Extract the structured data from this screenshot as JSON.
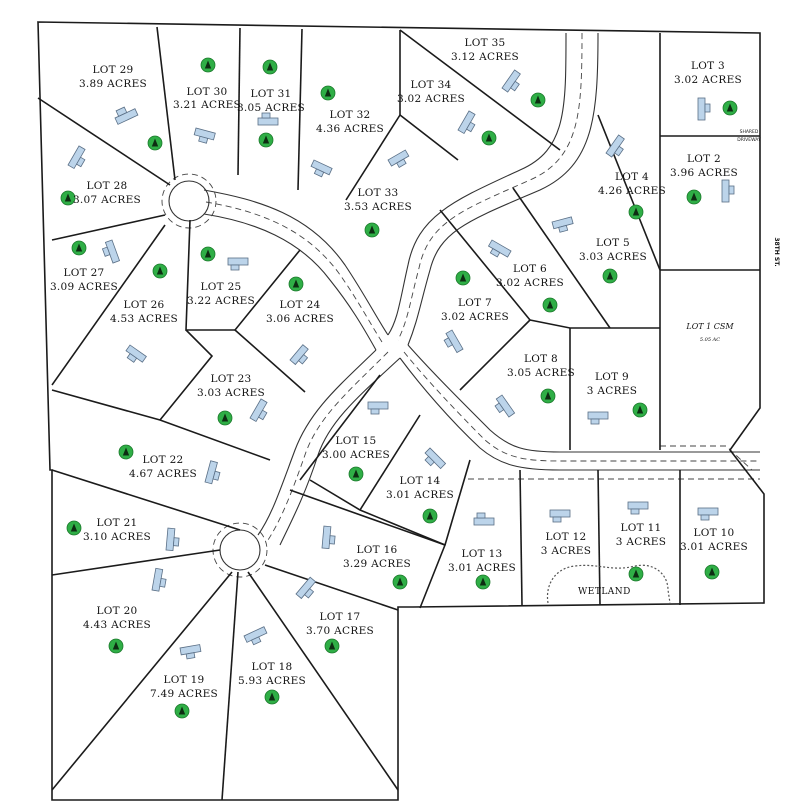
{
  "lots": [
    {
      "id": "29",
      "label": "Lot 29",
      "acres": "3.89 Acres"
    },
    {
      "id": "30",
      "label": "Lot 30",
      "acres": "3.21 Acres"
    },
    {
      "id": "31",
      "label": "Lot 31",
      "acres": "3.05 Acres"
    },
    {
      "id": "32",
      "label": "Lot 32",
      "acres": "4.36 Acres"
    },
    {
      "id": "35",
      "label": "Lot 35",
      "acres": "3.12 Acres"
    },
    {
      "id": "34",
      "label": "Lot 34",
      "acres": "3.02 Acres"
    },
    {
      "id": "3",
      "label": "Lot 3",
      "acres": "3.02 Acres"
    },
    {
      "id": "28",
      "label": "Lot 28",
      "acres": "3.07 Acres"
    },
    {
      "id": "33",
      "label": "Lot 33",
      "acres": "3.53 Acres"
    },
    {
      "id": "4",
      "label": "Lot 4",
      "acres": "4.26 Acres"
    },
    {
      "id": "2",
      "label": "Lot 2",
      "acres": "3.96 Acres"
    },
    {
      "id": "27",
      "label": "Lot 27",
      "acres": "3.09 Acres"
    },
    {
      "id": "25",
      "label": "Lot 25",
      "acres": "3.22 Acres"
    },
    {
      "id": "26",
      "label": "Lot 26",
      "acres": "4.53 Acres"
    },
    {
      "id": "24",
      "label": "Lot 24",
      "acres": "3.06 Acres"
    },
    {
      "id": "6",
      "label": "Lot 6",
      "acres": "3.02 Acres"
    },
    {
      "id": "5",
      "label": "Lot 5",
      "acres": "3.03 Acres"
    },
    {
      "id": "7",
      "label": "Lot 7",
      "acres": "3.02 Acres"
    },
    {
      "id": "23",
      "label": "Lot 23",
      "acres": "3.03 Acres"
    },
    {
      "id": "8",
      "label": "Lot 8",
      "acres": "3.05 Acres"
    },
    {
      "id": "9",
      "label": "Lot 9",
      "acres": "3 Acres"
    },
    {
      "id": "22",
      "label": "Lot 22",
      "acres": "4.67 Acres"
    },
    {
      "id": "15",
      "label": "Lot 15",
      "acres": "3.00 Acres"
    },
    {
      "id": "14",
      "label": "Lot 14",
      "acres": "3.01 Acres"
    },
    {
      "id": "21",
      "label": "Lot 21",
      "acres": "3.10 Acres"
    },
    {
      "id": "16",
      "label": "Lot 16",
      "acres": "3.29 Acres"
    },
    {
      "id": "13",
      "label": "Lot 13",
      "acres": "3.01 Acres"
    },
    {
      "id": "12",
      "label": "Lot 12",
      "acres": "3 Acres"
    },
    {
      "id": "11",
      "label": "Lot 11",
      "acres": "3 Acres"
    },
    {
      "id": "10",
      "label": "Lot 10",
      "acres": "3.01 Acres"
    },
    {
      "id": "20",
      "label": "Lot 20",
      "acres": "4.43 Acres"
    },
    {
      "id": "17",
      "label": "Lot 17",
      "acres": "3.70 Acres"
    },
    {
      "id": "19",
      "label": "Lot 19",
      "acres": "7.49 Acres"
    },
    {
      "id": "18",
      "label": "Lot 18",
      "acres": "5.93 Acres"
    }
  ],
  "csm": {
    "label": "Lot 1 CSM",
    "acres": "5.05 AC"
  },
  "street": {
    "name": "38th St."
  },
  "wetland": {
    "label": "Wetland"
  },
  "driveway": {
    "line1": "SHARED",
    "line2": "DRIVEWAY"
  },
  "tree_marker": {
    "glyph": "A",
    "color": "#2fae46"
  },
  "house_color": "#bcd4ea"
}
